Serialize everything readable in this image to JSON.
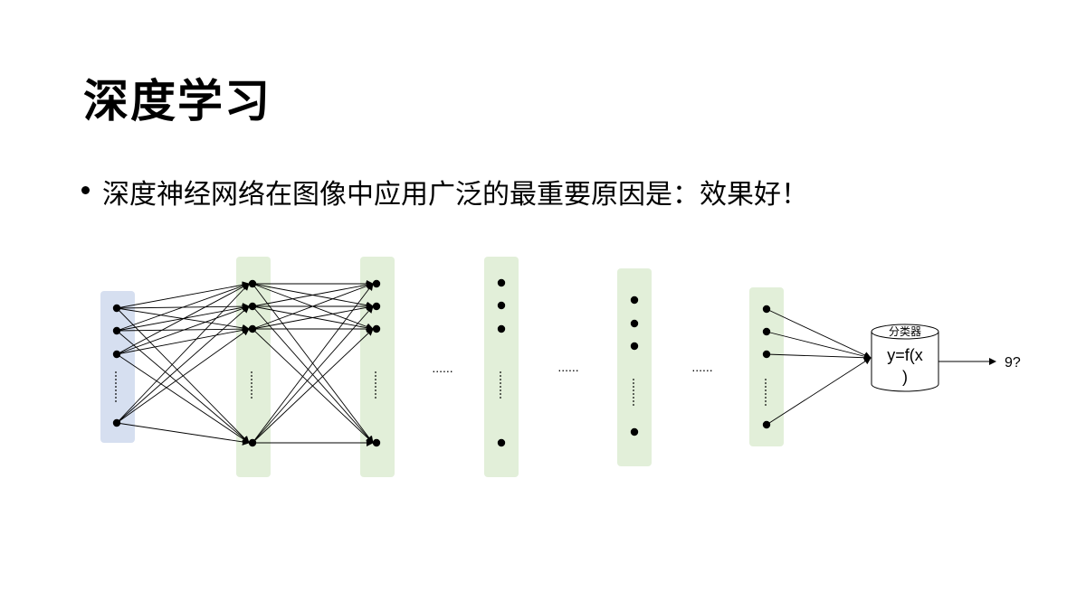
{
  "slide": {
    "title": "深度学习",
    "bullet": "深度神经网络在图像中应用广泛的最重要原因是：效果好！"
  },
  "diagram": {
    "layers": [
      {
        "id": "input",
        "color": "#d6dff0",
        "nodes": 4,
        "ellipsis": true
      },
      {
        "id": "hidden-1",
        "color": "#e2efd9",
        "nodes": 4,
        "ellipsis": true
      },
      {
        "id": "hidden-2",
        "color": "#e2efd9",
        "nodes": 4,
        "ellipsis": true
      },
      {
        "id": "hidden-3",
        "color": "#e2efd9",
        "nodes": 4,
        "ellipsis": true
      },
      {
        "id": "hidden-4",
        "color": "#e2efd9",
        "nodes": 4,
        "ellipsis": true
      },
      {
        "id": "output-layer",
        "color": "#e2efd9",
        "nodes": 4,
        "ellipsis": true
      }
    ],
    "between_dots": "......",
    "classifier": {
      "label": "分类器",
      "formula_line1": "y=f(x",
      "formula_line2": ")"
    },
    "result": "9?"
  }
}
